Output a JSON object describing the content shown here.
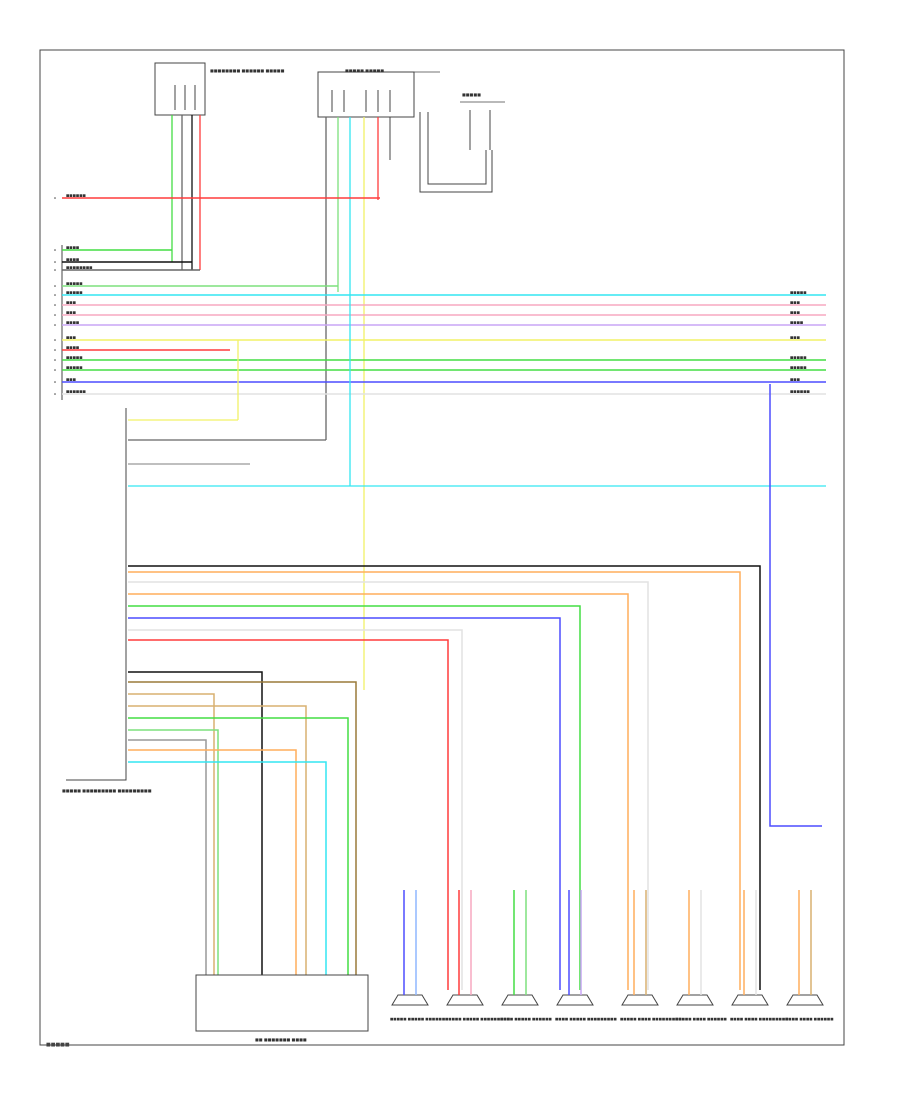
{
  "page": {
    "page_number": "■■■■■"
  },
  "colors": {
    "red": "#ff3b3b",
    "green": "#44dd44",
    "lightgreen": "#7de07d",
    "cyan": "#33e6f2",
    "pink": "#f7a8c0",
    "purple": "#c9a6f5",
    "blue": "#4d4dff",
    "lightblue": "#8fb7ff",
    "yellow": "#f2f266",
    "orange": "#ffae5c",
    "tan": "#d8b070",
    "brown": "#9a7a3a",
    "gray": "#999999",
    "darkgray": "#666666",
    "black": "#111111",
    "white": "#e2e2e2",
    "frame": "#444444"
  },
  "components": {
    "top_connector": {
      "label": "■■■■■■■■ ■■■■■■ ■■■■■"
    },
    "audio_module": {
      "label": "■■■■■ ■■■■■"
    },
    "antenna": {
      "label": "■■■■■"
    },
    "amplifier": {
      "label": "■■■■■ ■■■■■■■■■ ■■■■■■■■■"
    },
    "control_unit": {
      "label": "■■ ■■■■■■■ ■■■■"
    },
    "speakers": [
      {
        "label": "■■■■■ ■■■■■ ■■■■■■"
      },
      {
        "label": "■■■■■ ■■■■■ ■■■■■■■■■"
      },
      {
        "label": "■■■■ ■■■■■ ■■■■■■"
      },
      {
        "label": "■■■■ ■■■■■ ■■■■■■■■■"
      },
      {
        "label": "■■■■■ ■■■■ ■■■■■■■■■"
      },
      {
        "label": "■■■■■ ■■■■ ■■■■■■"
      },
      {
        "label": "■■■■ ■■■■ ■■■■■■■■■"
      },
      {
        "label": "■■■■ ■■■■ ■■■■■■"
      }
    ]
  },
  "wires": [
    {
      "color": "red",
      "label": "■■■■■■"
    },
    {
      "color": "green",
      "label": "■■■■"
    },
    {
      "color": "black",
      "label": "■■■■"
    },
    {
      "color": "darkgray",
      "label": "■■■■■■■■"
    },
    {
      "color": "lightgreen",
      "label": "■■■■■"
    },
    {
      "color": "cyan",
      "label": "■■■■■"
    },
    {
      "color": "pink",
      "label": "■■■"
    },
    {
      "color": "pink",
      "label": "■■■"
    },
    {
      "color": "purple",
      "label": "■■■■"
    },
    {
      "color": "yellow",
      "label": "■■■"
    },
    {
      "color": "red",
      "label": "■■■■"
    },
    {
      "color": "green",
      "label": "■■■■■"
    },
    {
      "color": "green",
      "label": "■■■■■"
    },
    {
      "color": "blue",
      "label": "■■■"
    },
    {
      "color": "white",
      "label": "■■■■■■"
    }
  ]
}
